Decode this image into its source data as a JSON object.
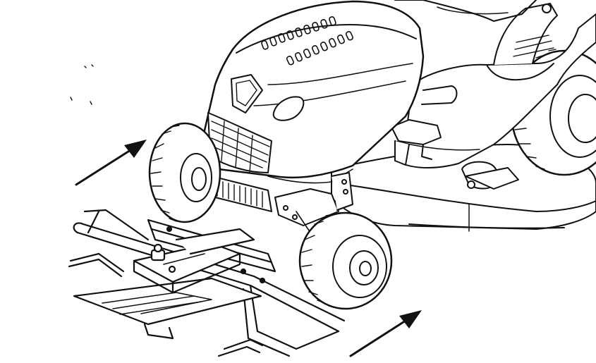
{
  "illustration": {
    "subject": "riding-lawn-tractor-with-lift-frame",
    "colors": {
      "ink": "#111111",
      "paper": "#ffffff",
      "mid": "#555555"
    },
    "arrows": [
      {
        "name": "direction-arrow-left"
      },
      {
        "name": "direction-arrow-right"
      }
    ]
  }
}
